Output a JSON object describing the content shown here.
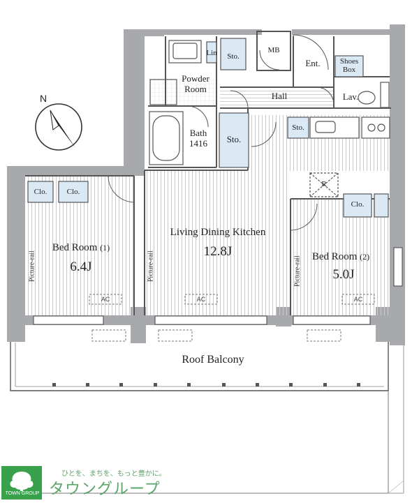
{
  "rooms": {
    "bed1": {
      "name": "Bed Room",
      "number": "(1)",
      "size": "6.4J"
    },
    "ldk": {
      "name": "Living Dining Kitchen",
      "size": "12.8J"
    },
    "bed2": {
      "name": "Bed Room",
      "number": "(2)",
      "size": "5.0J"
    },
    "bath": {
      "name": "Bath",
      "size": "1416"
    },
    "powder": {
      "line1": "Powder",
      "line2": "Room"
    },
    "hall": "Hall",
    "entrance": "Ent.",
    "shoes": {
      "line1": "Shoes",
      "line2": "Box"
    },
    "lavatory": "Lav.",
    "mb": "MB",
    "linen": "Lin",
    "refrigerator": "R",
    "balcony": "Roof Balcony"
  },
  "storage": {
    "sto": "Sto.",
    "clo": "Clo."
  },
  "labels": {
    "picture_rail": "Picture-rail",
    "ac": "AC",
    "north": "N"
  },
  "brand": {
    "tagline": "ひとを、まちを、もっと豊かに。",
    "name_jp": "タウングループ",
    "name_en": "TOWN GROUP"
  },
  "colors": {
    "wall": "#a7a9ac",
    "storage_fill": "#dbe9f5",
    "floor_line": "#c9c9c9",
    "brand_green": "#37a24b"
  }
}
